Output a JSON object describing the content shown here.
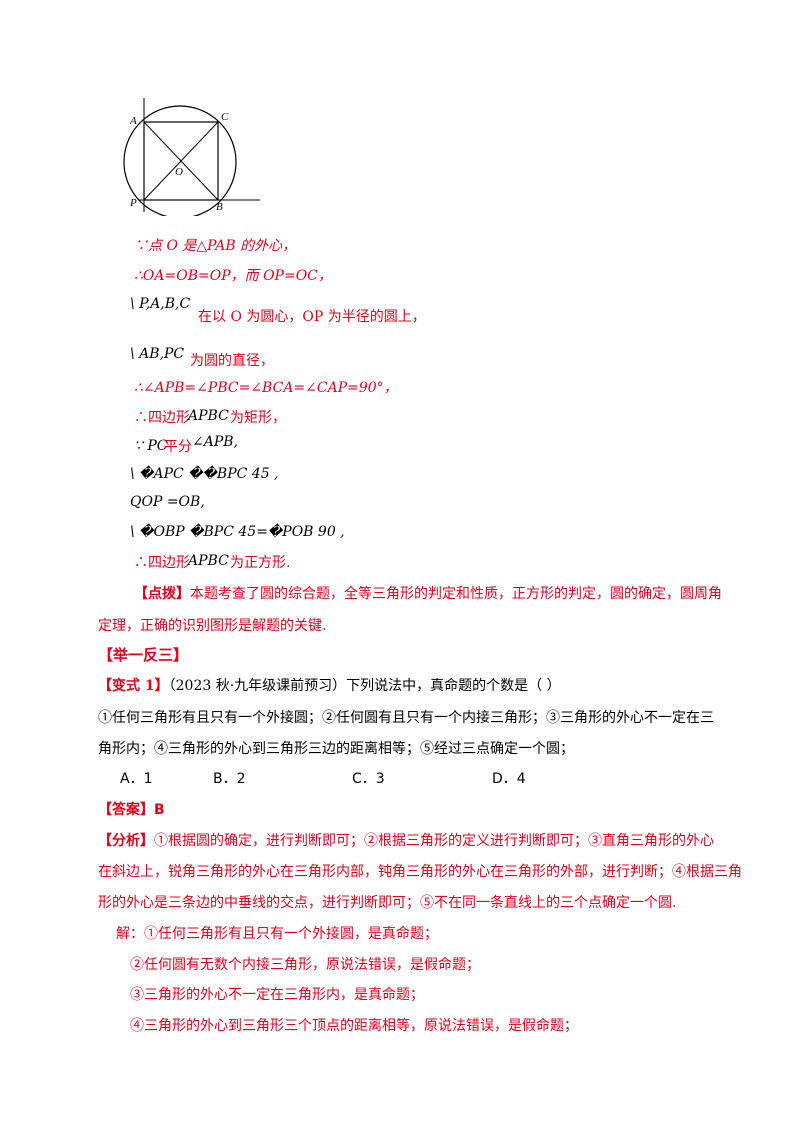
{
  "figure": {
    "labels": {
      "A": "A",
      "C": "C",
      "O": "O",
      "P": "P",
      "B": "B"
    }
  },
  "proof": {
    "l1": "∵点 O 是△PAB 的外心，",
    "l2": "∴OA=OB=OP，而 OP=OC，",
    "l3a": "\\ P,A,B,C",
    "l3b": "在以 O 为圆心，OP 为半径的圆上，",
    "l4a": "\\ AB,PC",
    "l4b": "为圆的直径，",
    "l5": "∴∠APB=∠PBC=∠BCA=∠CAP=90°，",
    "l6a": "∴四边形",
    "l6b": "APBC",
    "l6c": "为矩形，",
    "l7a": "∵ PC",
    "l7b": "平分",
    "l7c": "∠APB,",
    "l8": "\\ �APC ��BPC    45 ,",
    "l9": "QOP =OB,",
    "l10": "\\ �OBP �BPC    45=�POB    90 ,",
    "l11a": "∴四边形",
    "l11b": "APBC",
    "l11c": "为正方形."
  },
  "tip": {
    "label": "【点拨】",
    "line1": "本题考查了圆的综合题，全等三角形的判定和性质，正方形的判定，圆的确定，圆周角",
    "line2": "定理，正确的识别图形是解题的关键."
  },
  "section": {
    "title": "【举一反三】"
  },
  "variant": {
    "label": "【变式 1】",
    "source": "（2023 秋·九年级课前预习）下列说法中，真命题的个数是（    ）",
    "stmt1": "①任何三角形有且只有一个外接圆；②任何圆有且只有一个内接三角形；③三角形的外心不一定在三",
    "stmt2": "角形内；④三角形的外心到三角形三边的距离相等；⑤经过三点确定一个圆；",
    "choices": [
      "A．1",
      "B．2",
      "C．3",
      "D．4"
    ]
  },
  "answer": {
    "label": "【答案】",
    "value": "B"
  },
  "analysis": {
    "label": "【分析】",
    "line1": "①根据圆的确定，进行判断即可；②根据三角形的定义进行判断即可；③直角三角形的外心",
    "line2": "在斜边上，锐角三角形的外心在三角形内部，钝角三角形的外心在三角形的外部，进行判断；④根据三角",
    "line3": "形的外心是三条边的中垂线的交点，进行判断即可；⑤不在同一条直线上的三个点确定一个圆."
  },
  "solution": {
    "label": "解：",
    "s1": "①任何三角形有且只有一个外接圆，是真命题；",
    "s2": "②任何圆有无数个内接三角形，原说法错误，是假命题；",
    "s3": "③三角形的外心不一定在三角形内，是真命题；",
    "s4": "④三角形的外心到三角形三个顶点的距离相等，原说法错误，是假命题；"
  }
}
